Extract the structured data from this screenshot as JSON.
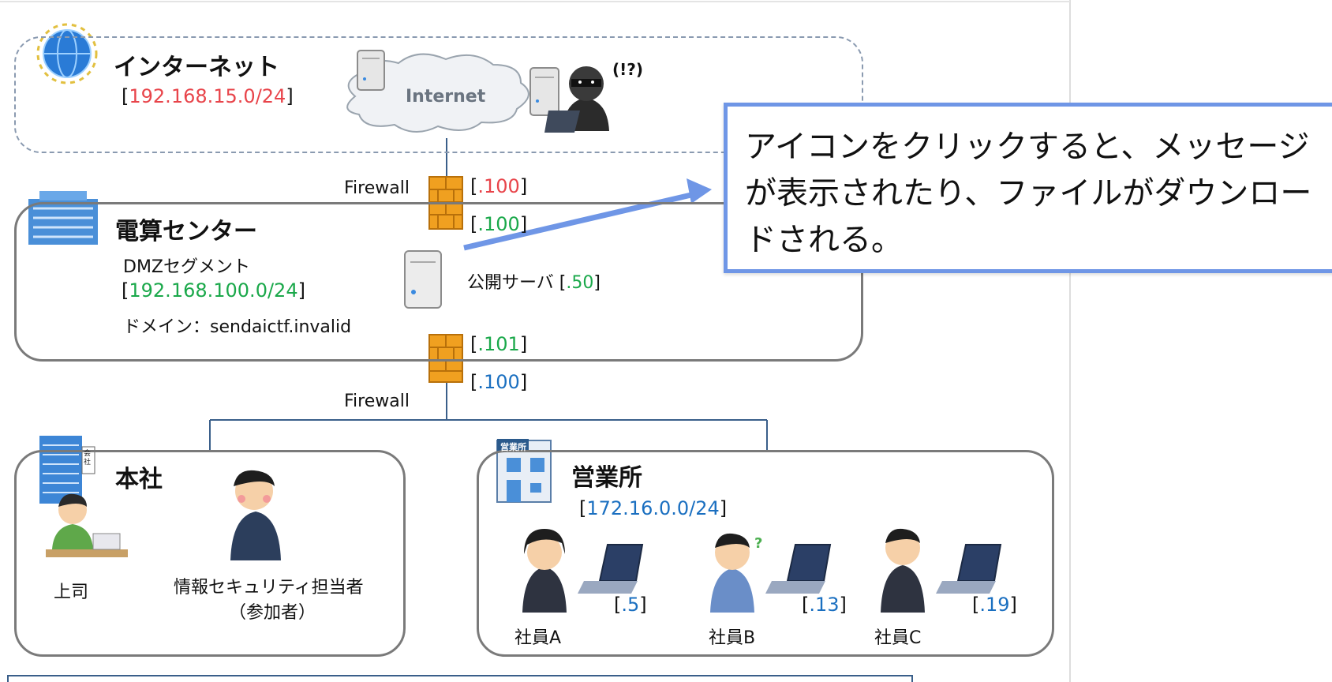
{
  "zones": {
    "internet": {
      "title": "インターネット",
      "subnet": "192.168.15.0/24",
      "cloud": "Internet",
      "attacker_tag": "(!?)"
    },
    "datacenter": {
      "title": "電算センター",
      "segment": "DMZセグメント",
      "subnet": "192.168.100.0/24",
      "domain": "ドメイン：sendaictf.invalid",
      "server": "公開サーバ",
      "server_ip": ".50"
    },
    "hq": {
      "title": "本社",
      "boss": "上司",
      "security_officer": "情報セキュリティ担当者",
      "participant": "（参加者）"
    },
    "branch": {
      "title": "営業所",
      "subnet": "172.16.0.0/24",
      "badge": "営業所",
      "employees": [
        {
          "name": "社員A",
          "ip": ".5"
        },
        {
          "name": "社員B",
          "ip": ".13"
        },
        {
          "name": "社員C",
          "ip": ".19"
        }
      ]
    }
  },
  "firewalls": {
    "top": {
      "label": "Firewall",
      "outer_ip": ".100",
      "inner_ip": ".100"
    },
    "bottom": {
      "label": "Firewall",
      "outer_ip": ".101",
      "inner_ip": ".100"
    }
  },
  "hq_sign": "会社",
  "callout": "アイコンをクリックすると、メッセージが表示されたり、ファイルがダウンロードされる。",
  "colors": {
    "internet_ip": "#e8444a",
    "dmz_ip": "#1aa84a",
    "internal_ip": "#1a6fc0",
    "callout_border": "#6f96e6"
  },
  "icons": [
    "globe-icon",
    "cloud-icon",
    "server-icon",
    "hacker-icon",
    "firewall-icon",
    "office-building-icon",
    "laptop-icon",
    "person-icon"
  ]
}
